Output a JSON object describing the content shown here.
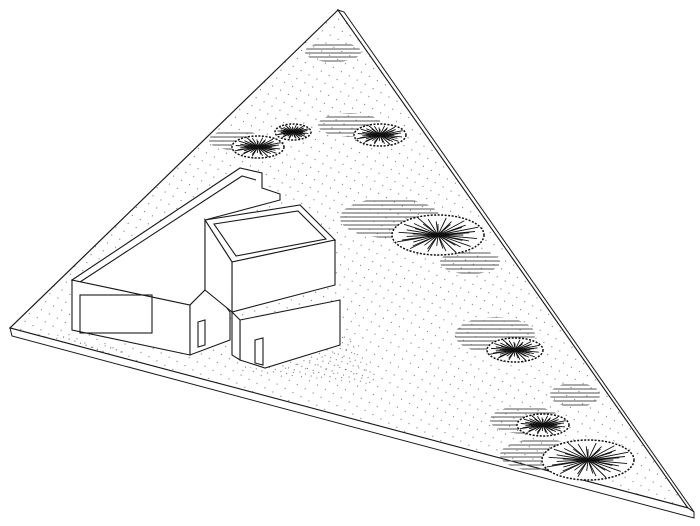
{
  "drawing": {
    "type": "axonometric site plan",
    "colors": {
      "background": "#ffffff",
      "line": "#1a1a1a",
      "shadow_hatch": "#555555",
      "ground_dots": "#777777"
    },
    "trees": [
      {
        "name": "tree-1"
      },
      {
        "name": "tree-2"
      },
      {
        "name": "tree-3"
      },
      {
        "name": "tree-4"
      },
      {
        "name": "tree-5"
      },
      {
        "name": "tree-6"
      },
      {
        "name": "tree-7"
      }
    ]
  }
}
